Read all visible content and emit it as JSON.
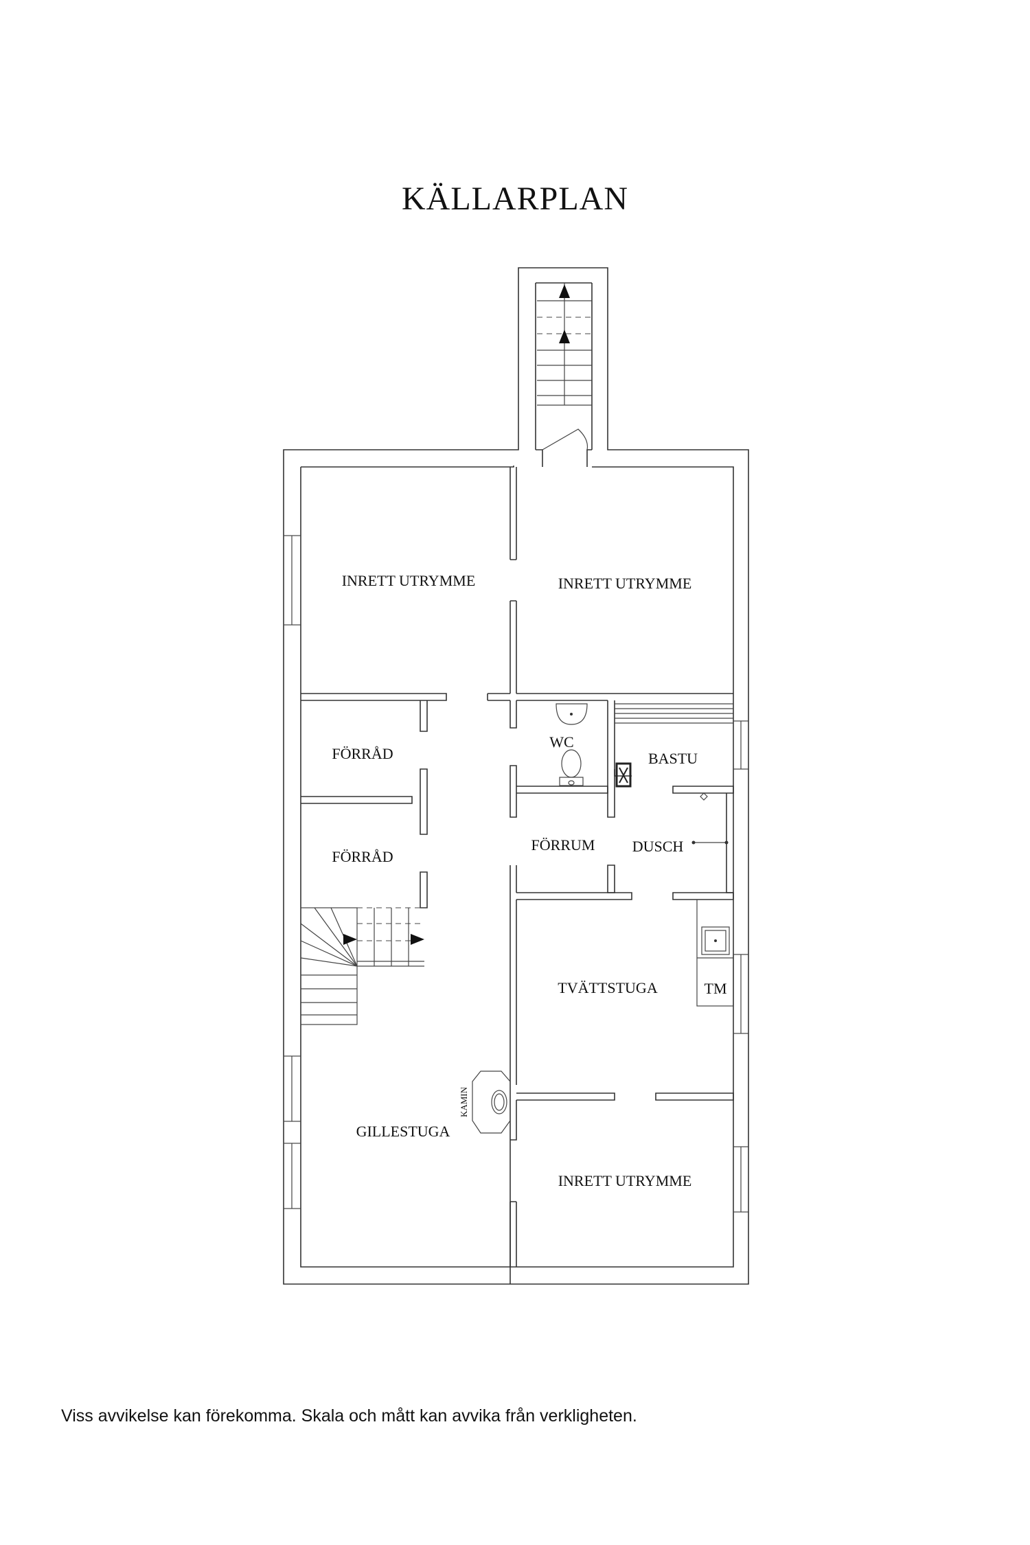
{
  "title": "KÄLLARPLAN",
  "disclaimer": "Viss avvikelse kan förekomma. Skala och mått kan avvika från verkligheten.",
  "rooms": {
    "inrett_top_left": "INRETT UTRYMME",
    "inrett_top_right": "INRETT UTRYMME",
    "forrad_1": "FÖRRÅD",
    "forrad_2": "FÖRRÅD",
    "wc": "WC",
    "bastu": "BASTU",
    "forrum": "FÖRRUM",
    "dusch": "DUSCH",
    "tvattstuga": "TVÄTTSTUGA",
    "tm": "TM",
    "gillestuga": "GILLESTUGA",
    "kamin": "KAMIN",
    "inrett_bottom_right": "INRETT UTRYMME"
  },
  "colors": {
    "line": "#333333",
    "background": "#ffffff"
  }
}
